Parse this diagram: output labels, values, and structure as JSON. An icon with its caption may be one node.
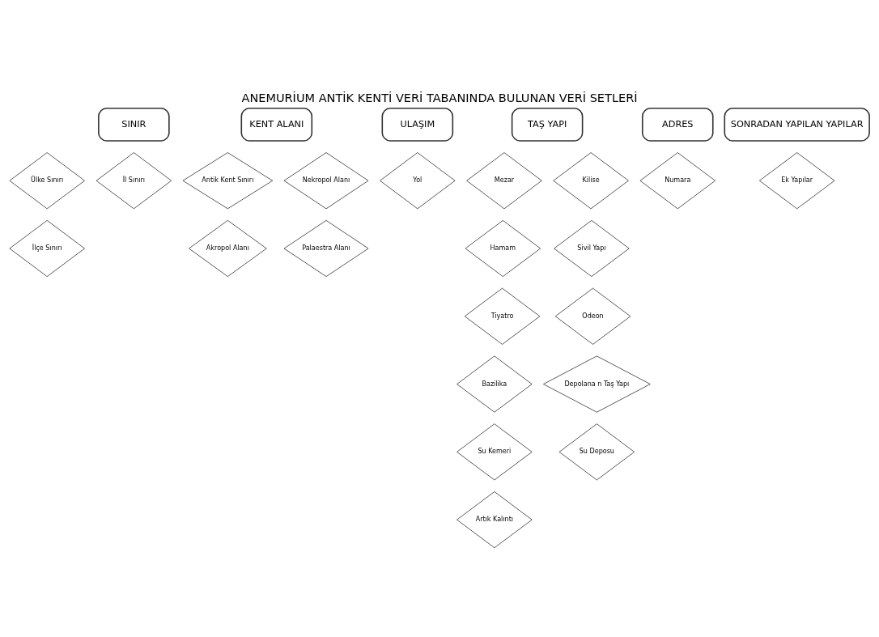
{
  "diagram": {
    "title": "ANEMURİUM ANTİK KENTİ VERİ TABANINDA BULUNAN VERİ SETLERİ",
    "nodes": [
      {
        "text": [
          "SINIR"
        ]
      },
      {
        "text": [
          "KENT ALANI"
        ]
      },
      {
        "text": [
          "ULAŞIM"
        ]
      },
      {
        "text": [
          "TAŞ YAPI"
        ]
      },
      {
        "text": [
          "ADRES"
        ]
      },
      {
        "text": [
          "SONRADAN YAPILAN YAPILAR"
        ]
      },
      {
        "text": [
          "Ülke Sınırı"
        ]
      },
      {
        "text": [
          "İl Sınırı"
        ]
      },
      {
        "text": [
          "İlçe Sınırı"
        ]
      },
      {
        "text": [
          "Antik Kent Sınırı"
        ]
      },
      {
        "text": [
          "Nekropol Alanı"
        ]
      },
      {
        "text": [
          "Akropol Alanı"
        ]
      },
      {
        "text": [
          "Palaestra Alanı"
        ]
      },
      {
        "text": [
          "Yol"
        ]
      },
      {
        "text": [
          "Mezar"
        ]
      },
      {
        "text": [
          "Kilise"
        ]
      },
      {
        "text": [
          "Hamam"
        ]
      },
      {
        "text": [
          "Sivil Yapı"
        ]
      },
      {
        "text": [
          "Tiyatro"
        ]
      },
      {
        "text": [
          "Odeon"
        ]
      },
      {
        "text": [
          "Bazilika"
        ]
      },
      {
        "text": [
          "Depolana n Taş Yapı"
        ]
      },
      {
        "text": [
          "Su Kemeri"
        ]
      },
      {
        "text": [
          "Su Deposu"
        ]
      },
      {
        "text": [
          "Artık Kalıntı"
        ]
      },
      {
        "text": [
          "Numara"
        ]
      },
      {
        "text": [
          "Ek Yapılar"
        ]
      }
    ]
  }
}
